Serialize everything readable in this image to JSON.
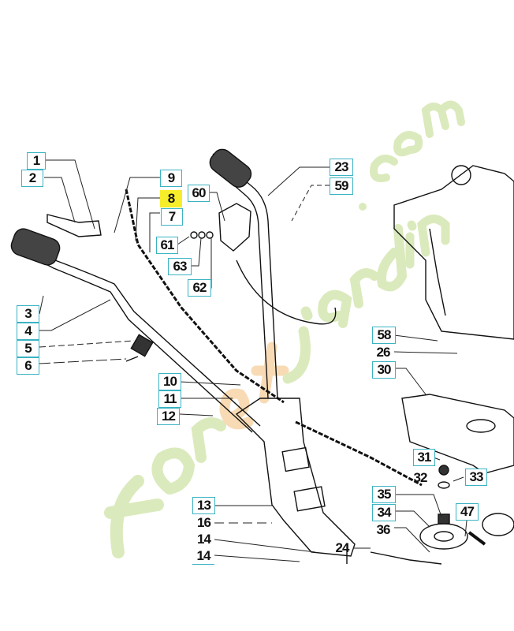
{
  "diagram": {
    "highlight_color": "#f7ee2a",
    "box_color": "#3bb3c3",
    "watermark": "foretjardin.com",
    "callouts": [
      {
        "id": "c1",
        "label": "1",
        "boxed": true
      },
      {
        "id": "c2",
        "label": "2",
        "boxed": true
      },
      {
        "id": "c9",
        "label": "9",
        "boxed": true
      },
      {
        "id": "c8",
        "label": "8",
        "boxed": true,
        "highlighted": true
      },
      {
        "id": "c7",
        "label": "7",
        "boxed": true
      },
      {
        "id": "c60",
        "label": "60",
        "boxed": true
      },
      {
        "id": "c61",
        "label": "61",
        "boxed": true
      },
      {
        "id": "c63",
        "label": "63",
        "boxed": true
      },
      {
        "id": "c62",
        "label": "62",
        "boxed": true
      },
      {
        "id": "c3",
        "label": "3",
        "boxed": true
      },
      {
        "id": "c4",
        "label": "4",
        "boxed": true
      },
      {
        "id": "c5",
        "label": "5",
        "boxed": true
      },
      {
        "id": "c6",
        "label": "6",
        "boxed": true
      },
      {
        "id": "c10",
        "label": "10",
        "boxed": true
      },
      {
        "id": "c11",
        "label": "11",
        "boxed": true
      },
      {
        "id": "c12",
        "label": "12",
        "boxed": true
      },
      {
        "id": "c13",
        "label": "13",
        "boxed": true
      },
      {
        "id": "c16",
        "label": "16",
        "boxed": false
      },
      {
        "id": "c14a",
        "label": "14",
        "boxed": false
      },
      {
        "id": "c14b",
        "label": "14",
        "boxed": false
      },
      {
        "id": "c23",
        "label": "23",
        "boxed": true
      },
      {
        "id": "c59",
        "label": "59",
        "boxed": true
      },
      {
        "id": "c58",
        "label": "58",
        "boxed": true
      },
      {
        "id": "c26",
        "label": "26",
        "boxed": false
      },
      {
        "id": "c30",
        "label": "30",
        "boxed": true
      },
      {
        "id": "c31",
        "label": "31",
        "boxed": true
      },
      {
        "id": "c32",
        "label": "32",
        "boxed": false
      },
      {
        "id": "c33",
        "label": "33",
        "boxed": true
      },
      {
        "id": "c35",
        "label": "35",
        "boxed": true
      },
      {
        "id": "c34",
        "label": "34",
        "boxed": true
      },
      {
        "id": "c36",
        "label": "36",
        "boxed": false
      },
      {
        "id": "c47",
        "label": "47",
        "boxed": true
      },
      {
        "id": "c24",
        "label": "24",
        "boxed": false
      }
    ]
  }
}
